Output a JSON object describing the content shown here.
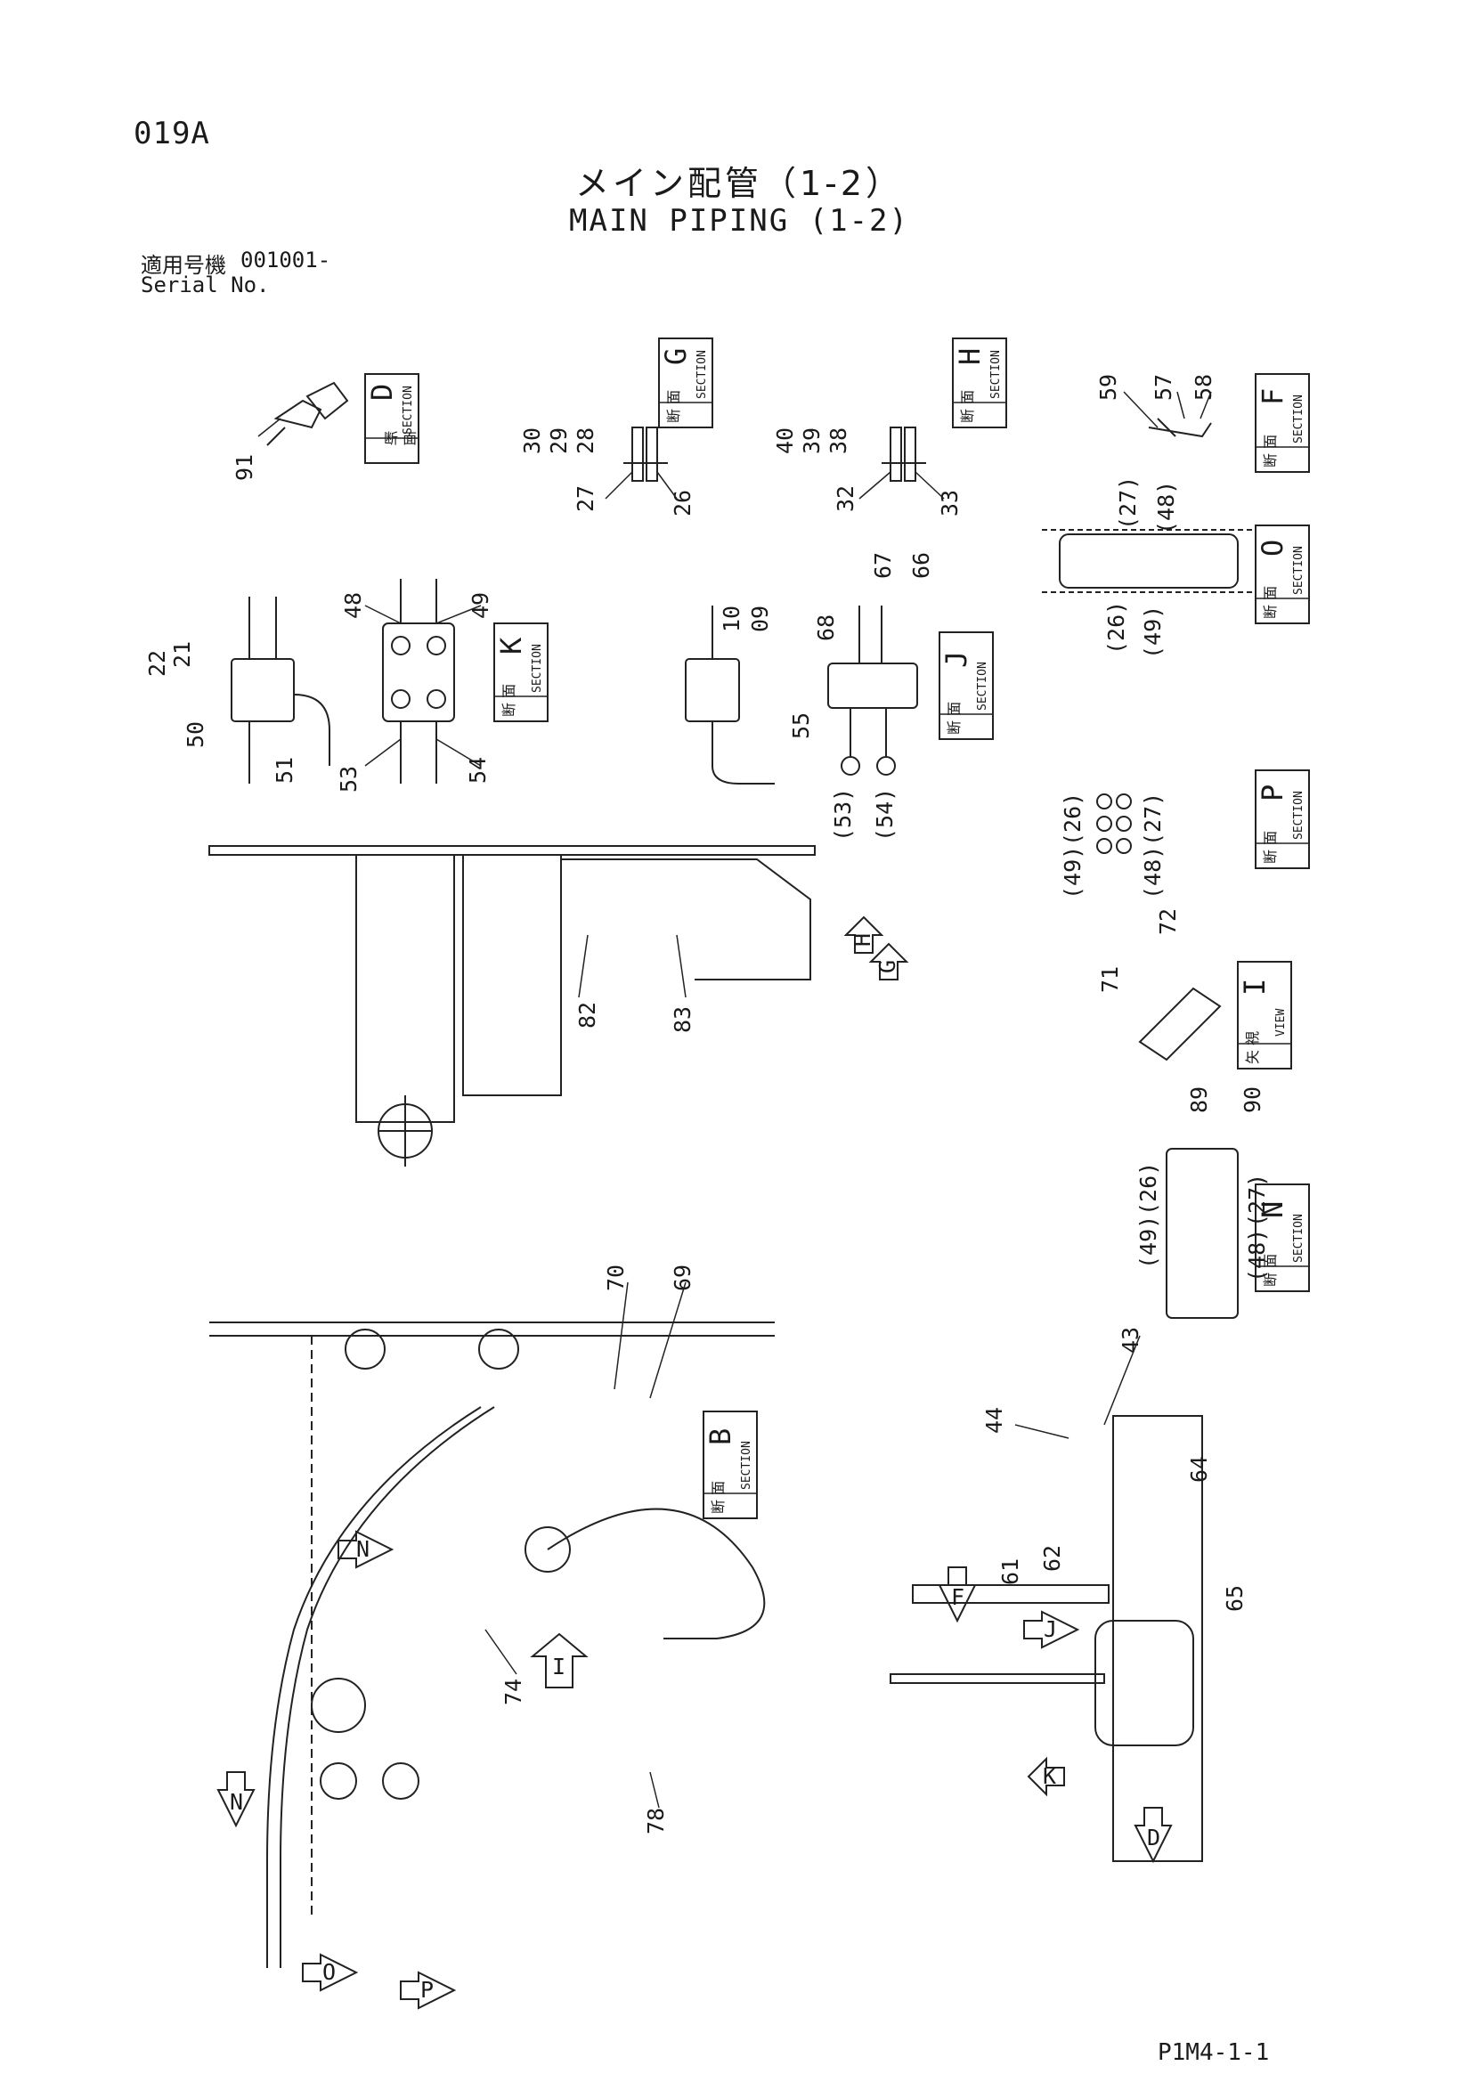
{
  "header": {
    "code": "019A",
    "title_jp": "メイン配管（1-2）",
    "title_en": "MAIN PIPING (1-2)",
    "serial_label_jp": "適用号機",
    "serial_value": "001001-",
    "serial_label_en": "Serial No."
  },
  "footer": {
    "page_code": "P1M4-1-1"
  },
  "section_boxes": [
    {
      "id": "D",
      "kanji": "断 面",
      "word": "SECTION",
      "letter": "D"
    },
    {
      "id": "G",
      "kanji": "断 面",
      "word": "SECTION",
      "letter": "G"
    },
    {
      "id": "H",
      "kanji": "断 面",
      "word": "SECTION",
      "letter": "H"
    },
    {
      "id": "F",
      "kanji": "断 面",
      "word": "SECTION",
      "letter": "F"
    },
    {
      "id": "O",
      "kanji": "断 面",
      "word": "SECTION",
      "letter": "O"
    },
    {
      "id": "K",
      "kanji": "断 面",
      "word": "SECTION",
      "letter": "K"
    },
    {
      "id": "J",
      "kanji": "断 面",
      "word": "SECTION",
      "letter": "J"
    },
    {
      "id": "P",
      "kanji": "断 面",
      "word": "SECTION",
      "letter": "P"
    },
    {
      "id": "I",
      "kanji": "矢 視",
      "word": "VIEW",
      "letter": "I"
    },
    {
      "id": "N",
      "kanji": "断 面",
      "word": "SECTION",
      "letter": "N"
    },
    {
      "id": "B",
      "kanji": "断 面",
      "word": "SECTION",
      "letter": "B"
    }
  ],
  "part_labels": [
    "91",
    "30",
    "29",
    "28",
    "27",
    "26",
    "40",
    "39",
    "38",
    "32",
    "33",
    "59",
    "57",
    "58",
    "(27)",
    "(48)",
    "(26)",
    "(49)",
    "22",
    "21",
    "50",
    "51",
    "48",
    "49",
    "53",
    "54",
    "10",
    "09",
    "67",
    "66",
    "68",
    "55",
    "(53)",
    "(54)",
    "(49)",
    "(26)",
    "(48)",
    "(27)",
    "72",
    "71",
    "89",
    "90",
    "82",
    "83",
    "(49)",
    "(26)",
    "(48)",
    "(27)",
    "70",
    "69",
    "43",
    "44",
    "64",
    "62",
    "61",
    "65",
    "74",
    "78"
  ],
  "view_arrows": [
    "H",
    "G",
    "N",
    "I",
    "N",
    "O",
    "P",
    "F",
    "J",
    "K",
    "D"
  ]
}
